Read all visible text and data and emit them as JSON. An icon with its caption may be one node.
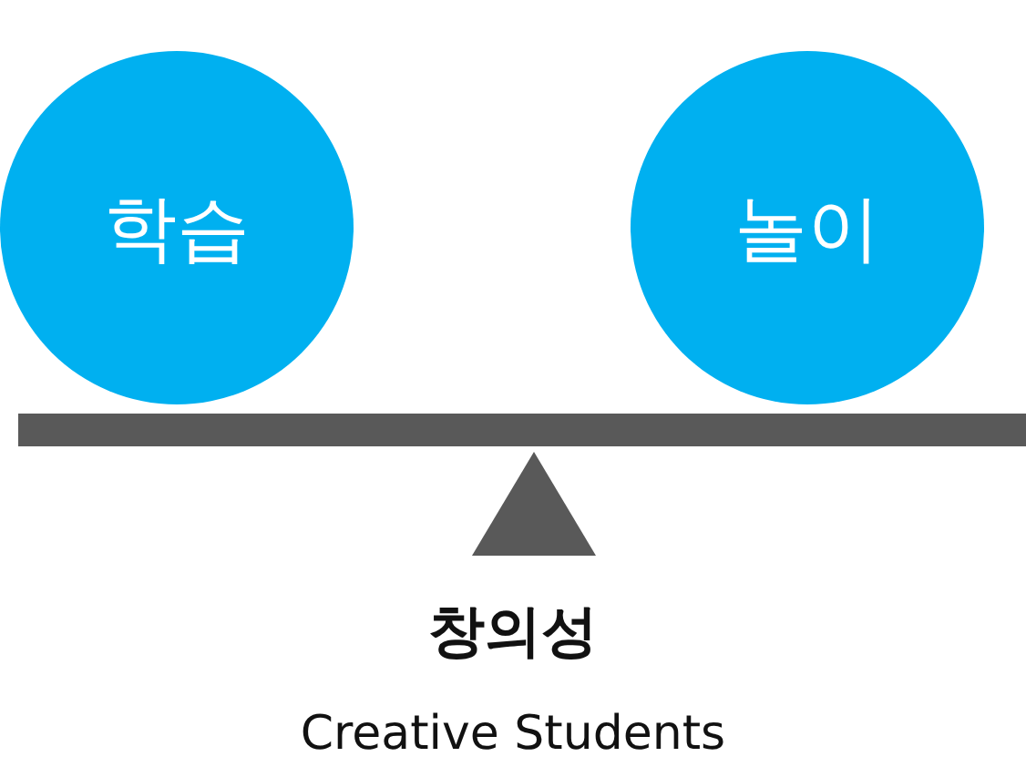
{
  "diagram": {
    "nodes": [
      {
        "text": [
          "학습"
        ]
      },
      {
        "text": [
          "놀이"
        ]
      }
    ],
    "labels": [
      "창의성",
      "Creative Students"
    ]
  }
}
